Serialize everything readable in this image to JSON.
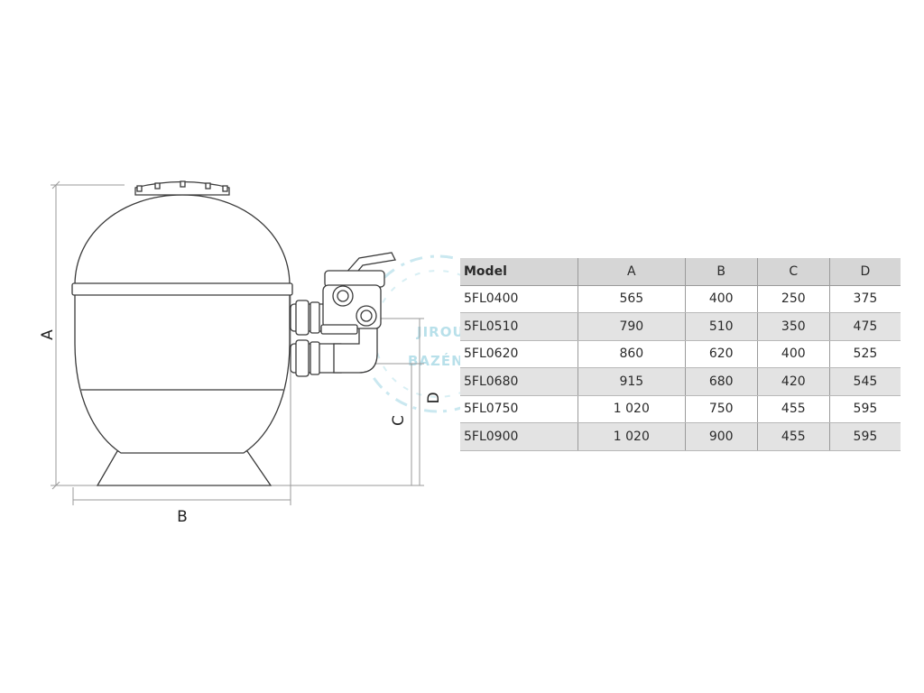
{
  "diagram": {
    "dimension_labels": {
      "a": "A",
      "b": "B",
      "c": "C",
      "d": "D"
    },
    "watermark": {
      "line1": "JIROUT",
      "line2": "BAZÉNY"
    }
  },
  "table": {
    "headers": [
      "Model",
      "A",
      "B",
      "C",
      "D"
    ],
    "rows": [
      [
        "5FL0400",
        "565",
        "400",
        "250",
        "375"
      ],
      [
        "5FL0510",
        "790",
        "510",
        "350",
        "475"
      ],
      [
        "5FL0620",
        "860",
        "620",
        "400",
        "525"
      ],
      [
        "5FL0680",
        "915",
        "680",
        "420",
        "545"
      ],
      [
        "5FL0750",
        "1 020",
        "750",
        "455",
        "595"
      ],
      [
        "5FL0900",
        "1 020",
        "900",
        "455",
        "595"
      ]
    ]
  },
  "colors": {
    "line": "#3a3a3a",
    "dimension_line": "#9a9a9a",
    "header_fill": "#d6d6d6",
    "stripe_fill": "#e3e3e3",
    "watermark": "#7fc7da"
  }
}
